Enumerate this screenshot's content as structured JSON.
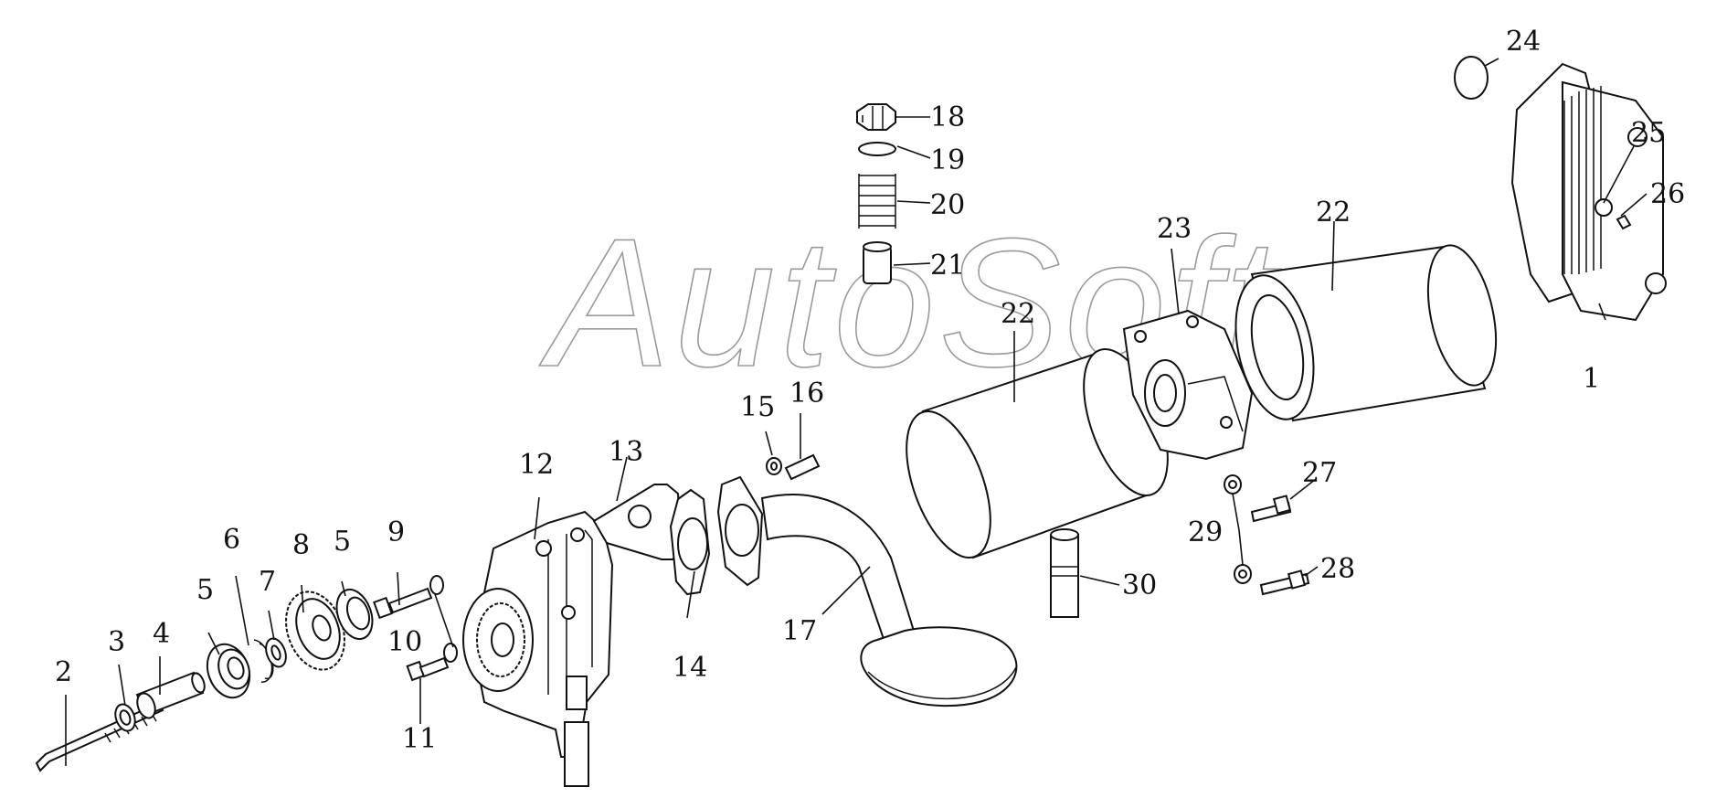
{
  "watermark": "AutoSoft",
  "callouts": [
    "1",
    "2",
    "3",
    "4",
    "5",
    "6",
    "7",
    "8",
    "5",
    "9",
    "10",
    "11",
    "12",
    "13",
    "14",
    "15",
    "16",
    "17",
    "18",
    "19",
    "20",
    "21",
    "22",
    "22",
    "23",
    "24",
    "25",
    "26",
    "27",
    "28",
    "29",
    "30"
  ]
}
